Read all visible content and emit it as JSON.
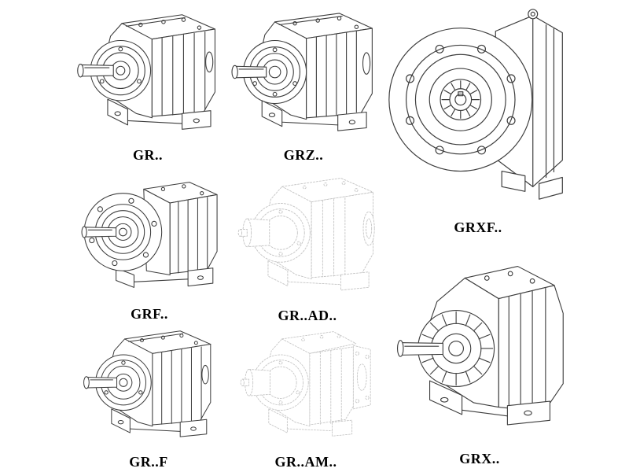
{
  "page": {
    "background": "#ffffff",
    "line_color": "#3d3d3d",
    "phantom_line_color": "#c3c3c3",
    "label_color": "#000000"
  },
  "cells": [
    {
      "label": "GR..",
      "illustration": "foot-mounted-helical-gearbox-isometric",
      "style": "solid"
    },
    {
      "label": "GRZ..",
      "illustration": "foot-mounted-helical-gearbox-isometric",
      "style": "solid"
    },
    {
      "label": "GRXF..",
      "illustration": "flange-mounted-helical-gearbox-front-view",
      "style": "solid"
    },
    {
      "label": "GRF..",
      "illustration": "flange-mounted-helical-gearbox-isometric",
      "style": "solid"
    },
    {
      "label": "GR..AD..",
      "illustration": "helical-gearbox-with-input-adapter-phantom",
      "style": "phantom"
    },
    {
      "label": "GR..F",
      "illustration": "foot-mounted-helical-gearbox-isometric",
      "style": "solid"
    },
    {
      "label": "GR..AM..",
      "illustration": "helical-gearbox-with-motor-adapter-flange-phantom",
      "style": "phantom"
    },
    {
      "label": "GRX..",
      "illustration": "large-foot-mounted-helical-gearbox-isometric",
      "style": "solid"
    }
  ]
}
